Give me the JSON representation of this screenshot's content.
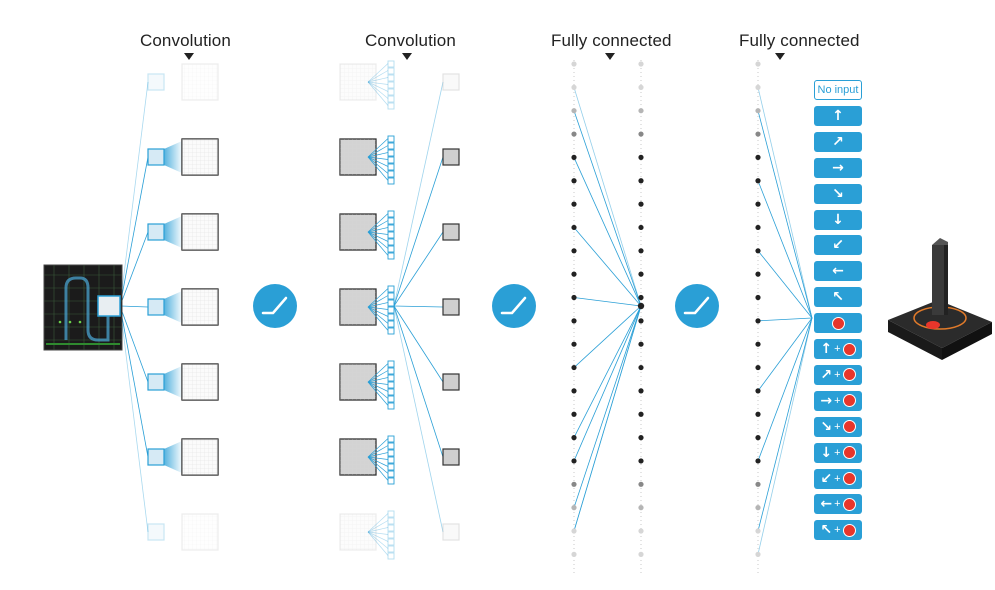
{
  "headers": [
    {
      "id": "conv1",
      "label": "Convolution"
    },
    {
      "id": "conv2",
      "label": "Convolution"
    },
    {
      "id": "fc1",
      "label": "Fully connected"
    },
    {
      "id": "fc2",
      "label": "Fully connected"
    }
  ],
  "actions": [
    {
      "name": "no-input",
      "label": "No input",
      "arrow": "",
      "fire": false
    },
    {
      "name": "up",
      "label": "",
      "arrow": "↑",
      "fire": false
    },
    {
      "name": "up-right",
      "label": "",
      "arrow": "↗",
      "fire": false
    },
    {
      "name": "right",
      "label": "",
      "arrow": "→",
      "fire": false
    },
    {
      "name": "down-right",
      "label": "",
      "arrow": "↘",
      "fire": false
    },
    {
      "name": "down",
      "label": "",
      "arrow": "↓",
      "fire": false
    },
    {
      "name": "down-left",
      "label": "",
      "arrow": "↙",
      "fire": false
    },
    {
      "name": "left",
      "label": "",
      "arrow": "←",
      "fire": false
    },
    {
      "name": "up-left",
      "label": "",
      "arrow": "↖",
      "fire": false
    },
    {
      "name": "fire",
      "label": "",
      "arrow": "",
      "fire": true
    },
    {
      "name": "up-fire",
      "label": "",
      "arrow": "↑",
      "fire": true
    },
    {
      "name": "up-right-fire",
      "label": "",
      "arrow": "↗",
      "fire": true
    },
    {
      "name": "right-fire",
      "label": "",
      "arrow": "→",
      "fire": true
    },
    {
      "name": "down-right-fire",
      "label": "",
      "arrow": "↘",
      "fire": true
    },
    {
      "name": "down-fire",
      "label": "",
      "arrow": "↓",
      "fire": true
    },
    {
      "name": "down-left-fire",
      "label": "",
      "arrow": "↙",
      "fire": true
    },
    {
      "name": "left-fire",
      "label": "",
      "arrow": "←",
      "fire": true
    },
    {
      "name": "up-left-fire",
      "label": "",
      "arrow": "↖",
      "fire": true
    }
  ],
  "plus_sign": "+",
  "icons": {
    "activation": "relu-activation-icon",
    "input": "game-screen-frame",
    "controller": "joystick-icon"
  },
  "colors": {
    "accent": "#2a9fd6",
    "line": "#2a9fd6",
    "neuron_dark": "#222222",
    "neuron_faint": "#cccccc",
    "fire_button": "#e8362b",
    "joystick_body": "#3a3a3a"
  }
}
